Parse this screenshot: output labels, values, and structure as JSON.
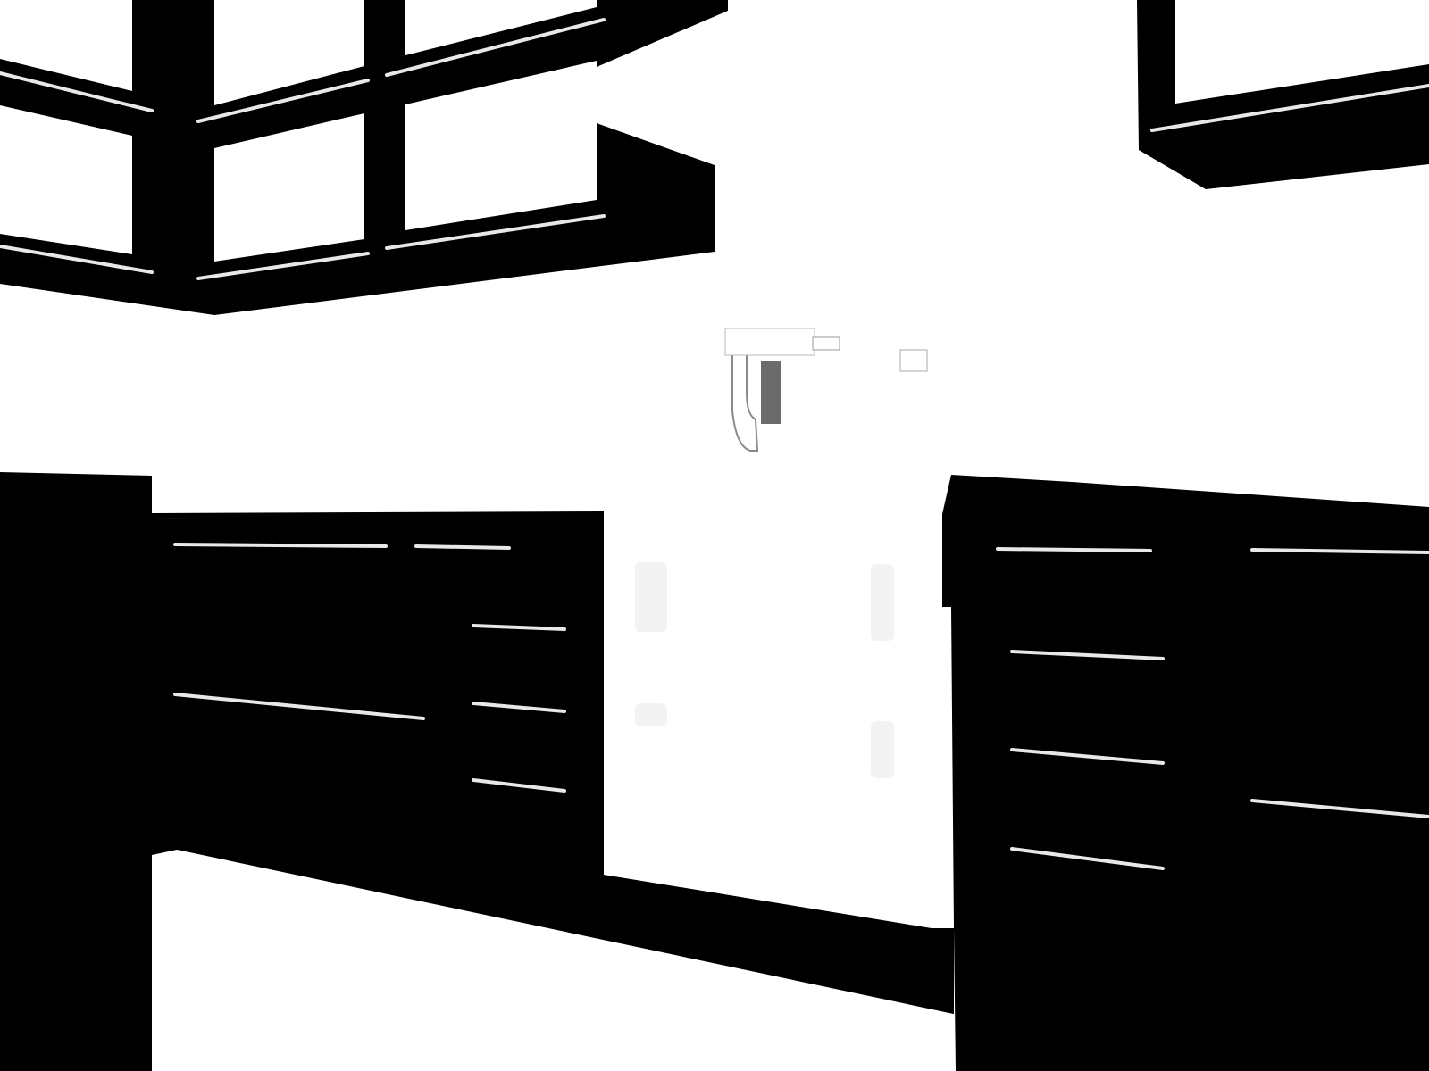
{
  "scene": {
    "description_label": "",
    "colors": {
      "background": "#ffffff",
      "cabinet": "#000000",
      "handle": "#e8e8e8",
      "handle_edge": "#9a9a9a",
      "appliance_shade": "#f3f3f3",
      "faucet_dark": "#6b6b6b"
    },
    "objects": [
      "upper-left-wall-cabinets",
      "upper-right-wall-cabinet",
      "faucet",
      "countertop",
      "base-cabinets-left",
      "dishwasher-opening",
      "base-cabinets-right"
    ]
  }
}
